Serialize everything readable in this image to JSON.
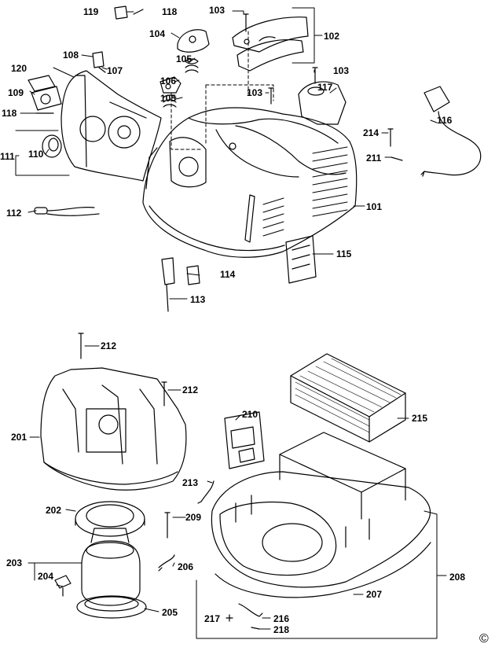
{
  "part_numbers": {
    "p101": "101",
    "p102": "102",
    "p103a": "103",
    "p103b": "103",
    "p103c": "103",
    "p104": "104",
    "p105a": "105",
    "p105b": "105",
    "p106": "106",
    "p107": "107",
    "p108": "108",
    "p109": "109",
    "p110": "110",
    "p111": "111",
    "p112": "112",
    "p113": "113",
    "p114": "114",
    "p115": "115",
    "p116": "116",
    "p117": "117",
    "p118a": "118",
    "p118b": "118",
    "p119": "119",
    "p120": "120",
    "p201": "201",
    "p202": "202",
    "p203": "203",
    "p204": "204",
    "p205": "205",
    "p206": "206",
    "p207": "207",
    "p208": "208",
    "p209": "209",
    "p210": "210",
    "p211": "211",
    "p212a": "212",
    "p212b": "212",
    "p213": "213",
    "p214": "214",
    "p215": "215",
    "p216": "216",
    "p217": "217",
    "p218": "218"
  },
  "copyright_symbol": "©"
}
